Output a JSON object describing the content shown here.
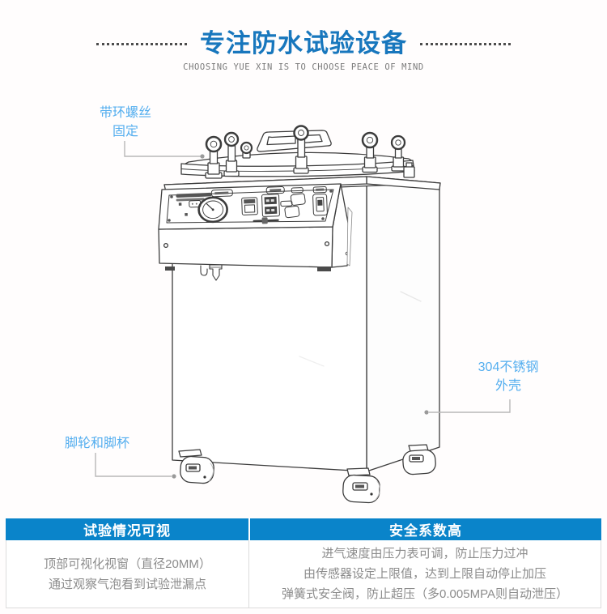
{
  "colors": {
    "title_blue": "#1877bd",
    "callout_blue": "#54aeef",
    "table_header_bg": "#0a84ca",
    "table_body_text": "#8c8c8c",
    "line_art_ink": "#3c3c3c",
    "leader_line": "#b8b8b8"
  },
  "header": {
    "title": "专注防水试验设备",
    "subtitle": "CHOOSING YUE XIN IS TO CHOOSE PEACE OF MIND"
  },
  "callouts": {
    "ring_screw": {
      "line1": "带环螺丝",
      "line2": "固定"
    },
    "stainless": {
      "line1": "304不锈钢",
      "line2": "外壳"
    },
    "caster": {
      "line1": "脚轮和脚杯"
    }
  },
  "illustration": {
    "subject": "waterproof-test-pressure-tank-line-drawing"
  },
  "table": {
    "left": {
      "header": "试验情况可视",
      "line1": "顶部可视化视窗（直径20MM）",
      "line2": "通过观察气泡看到试验泄漏点"
    },
    "right": {
      "header": "安全系数高",
      "line1": "进气速度由压力表可调，防止压力过冲",
      "line2": "由传感器设定上限值，达到上限自动停止加压",
      "line3": "弹簧式安全阀，防止超压（多0.005MPA则自动泄压）"
    }
  }
}
